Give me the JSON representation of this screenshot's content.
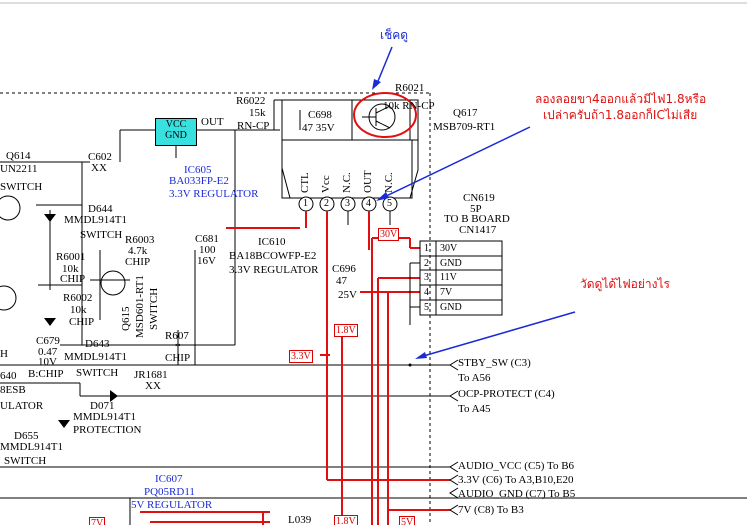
{
  "annotations": {
    "check_label": "เช็คดู",
    "note_line1": "ลองลอยขา4ออกแล้วมีไฟ1.8หรือ",
    "note_line2": "เปล่าครับถ้า1.8ออกก็ICไม่เสีย",
    "measure_label": "วัดดูได้ไฟอย่างไร"
  },
  "components": {
    "r6021": "R6021",
    "r6021_val": "RN-CP",
    "r6021_val_prefix": "10k",
    "q617": "Q617",
    "q617_part": "MSB709-RT1",
    "r6022": "R6022",
    "r6022_val": "15k",
    "r6022_type": "RN-CP",
    "c698": "C698",
    "c698_val": "47 35V",
    "vcc": "VCC",
    "gnd": "GND",
    "out": "OUT",
    "ic605": "IC605",
    "ic605_part": "BA033FP-E2",
    "ic605_desc": "3.3V REGULATOR",
    "q614": "Q614",
    "un2211": "UN2211",
    "switch1": "SWITCH",
    "c602": "C602",
    "c602_val": "XX",
    "d644": "D644",
    "d644_part": "MMDL914T1",
    "d644_desc": "SWITCH",
    "r6003": "R6003",
    "r6003_val": "4.7k",
    "r6003_type": "CHIP",
    "r6001": "R6001",
    "r6001_val": "10k",
    "r6001_type": "CHIP",
    "r6002": "R6002",
    "r6002_val": "10k",
    "r6002_type": "CHIP",
    "q615": "Q615",
    "q615_part": "MSD601-RT1",
    "q615_desc": "SWITCH",
    "c681": "C681",
    "c681_val1": "100",
    "c681_val2": "16V",
    "ic610": "IC610",
    "ic610_part": "BA18BCOWFP-E2",
    "ic610_desc": "3.3V REGULATOR",
    "c696": "C696",
    "c696_val1": "47",
    "c696_val2": "25V",
    "r607": "R607",
    "r607_val": "*",
    "r607_type": "CHIP",
    "c679": "C679",
    "c679_val1": "0.47",
    "c679_val2": "10V",
    "c679_type": "B:CHIP",
    "d643": "D643",
    "d643_part": "MMDL914T1",
    "d643_desc": "SWITCH",
    "jr1681": "JR1681",
    "jr1681_val": "XX",
    "d071": "D071",
    "d071_part": "MMDL914T1",
    "d071_desc": "PROTECTION",
    "d655": "D655",
    "d655_part": "MMDL914T1",
    "switch2": "SWITCH",
    "left640": "640",
    "left8esb": "8ESB",
    "leftulator": "ULATOR",
    "lefth": "H",
    "ic607": "IC607",
    "ic607_part": "PQ05RD11",
    "ic607_desc": "5V REGULATOR",
    "l039": "L039"
  },
  "ic_pins": {
    "ctl": "CTL",
    "vcc": "Vcc",
    "nc1": "N.C.",
    "out": "OUT",
    "nc2": "N.C.",
    "p1": "1",
    "p2": "2",
    "p3": "3",
    "p4": "4",
    "p5": "5"
  },
  "connector": {
    "name": "CN619",
    "pins_count": "5P",
    "dest": "TO B BOARD",
    "part": "CN1417",
    "rows": [
      {
        "num": "1",
        "sig": "30V"
      },
      {
        "num": "2",
        "sig": "GND"
      },
      {
        "num": "3",
        "sig": "11V"
      },
      {
        "num": "4",
        "sig": "7V"
      },
      {
        "num": "5",
        "sig": "GND"
      }
    ]
  },
  "voltage_tags": {
    "v30": "30V",
    "v18a": "1.8V",
    "v33": "3.3V",
    "v7": "7V",
    "v18b": "1.8V",
    "v5": "5V"
  },
  "signals": {
    "stby": "STBY_SW (C3)",
    "stby_to": "To A56",
    "ocp": "OCP-PROTECT (C4)",
    "ocp_to": "To A45",
    "audio_vcc": "AUDIO_VCC (C5) To B6",
    "v33_c6": "3.3V (C6) To A3,B10,E20",
    "audio_gnd": "AUDIO_GND (C7) To B5",
    "v7_c8": "7V (C8) To B3"
  },
  "colors": {
    "wire": "#000000",
    "power_wire": "#e01010",
    "annotation_blue": "#1a2ad6",
    "annotation_red": "#e01010",
    "vcc_box": "#38e0e0"
  }
}
